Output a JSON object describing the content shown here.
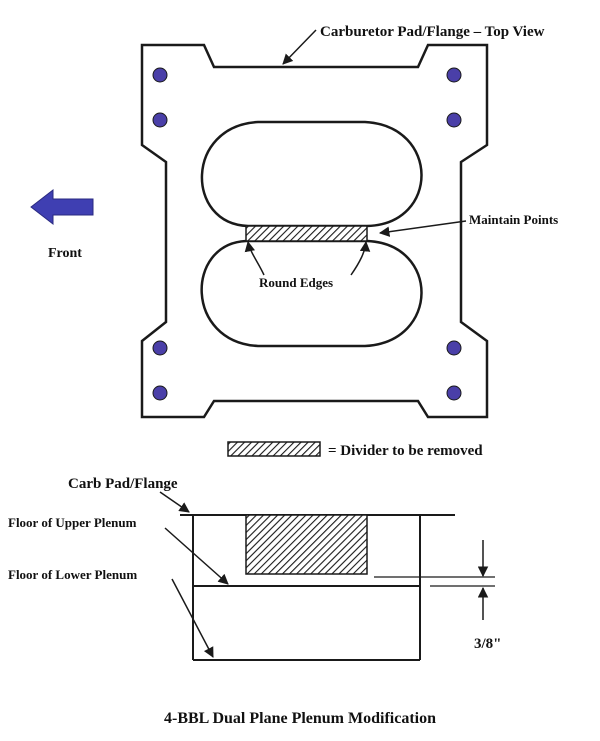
{
  "labels": {
    "top_view": "Carburetor Pad/Flange – Top View",
    "front": "Front",
    "maintain_points": "Maintain Points",
    "round_edges": "Round Edges",
    "divider_legend": "= Divider to be removed",
    "carb_pad": "Carb Pad/Flange",
    "floor_upper": "Floor of Upper Plenum",
    "floor_lower": "Floor of Lower Plenum",
    "dimension": "3/8\"",
    "caption": "4-BBL Dual Plane Plenum Modification"
  },
  "colors": {
    "bolt_hole": "#4a3fa8",
    "front_arrow": "#3f3fb2",
    "line": "#1a1a1a"
  },
  "icons": {
    "front_arrow": "left-arrow-icon",
    "bolt_hole": "bolt-hole-icon"
  }
}
